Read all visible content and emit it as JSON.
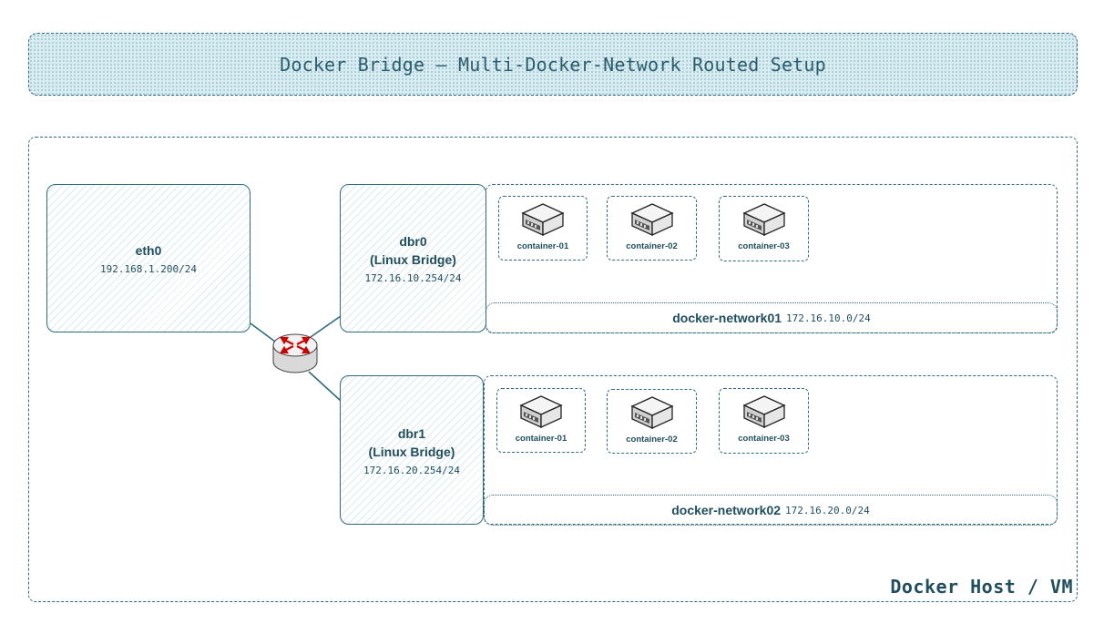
{
  "title": "Docker Bridge – Multi-Docker-Network Routed Setup",
  "host_label": "Docker Host / VM",
  "eth0": {
    "name": "eth0",
    "ip": "192.168.1.200/24"
  },
  "bridges": [
    {
      "name": "dbr0",
      "type": "(Linux Bridge)",
      "ip": "172.16.10.254/24"
    },
    {
      "name": "dbr1",
      "type": "(Linux Bridge)",
      "ip": "172.16.20.254/24"
    }
  ],
  "networks": [
    {
      "name": "docker-network01",
      "subnet": "172.16.10.0/24",
      "containers": [
        "container-01",
        "container-02",
        "container-03"
      ]
    },
    {
      "name": "docker-network02",
      "subnet": "172.16.20.0/24",
      "containers": [
        "container-01",
        "container-02",
        "container-03"
      ]
    }
  ],
  "icons": {
    "router": "router-icon",
    "container": "server-icon"
  },
  "colors": {
    "accent": "#1f4e5f",
    "router_arrows": "#cc0000",
    "banner_fill": "#d9ecf1"
  }
}
